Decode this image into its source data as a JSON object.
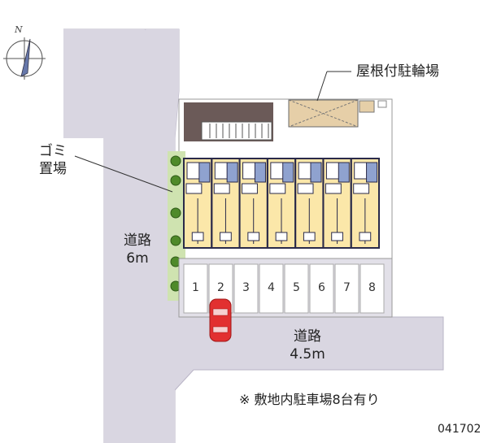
{
  "compass": {
    "north_label": "N"
  },
  "labels": {
    "bike_parking": "屋根付駐輪場",
    "garbage_line1": "ゴミ",
    "garbage_line2": "置場",
    "road_west_line1": "道路",
    "road_west_line2": "6m",
    "road_south_line1": "道路",
    "road_south_line2": "4.5m",
    "parking_note": "※ 敷地内駐車場8台有り",
    "map_code": "041702"
  },
  "parking_spaces": [
    "1",
    "2",
    "3",
    "4",
    "5",
    "6",
    "7",
    "8"
  ],
  "units_per_floor": 7,
  "colors": {
    "road": "#d9d6e1",
    "road_edge": "#b9b4c6",
    "lot": "#ffffff",
    "building_floor": "#fbe7a9",
    "building_wall": "#2a2a4a",
    "stair_fill": "#8fa2cf",
    "bike_roof": "#e6cfa8",
    "dark_patch": "#6b5a58",
    "planting": "#cfe3b0",
    "shrub": "#4f8a2a",
    "car_red": "#e23030",
    "compass_needle": "#6677aa"
  }
}
